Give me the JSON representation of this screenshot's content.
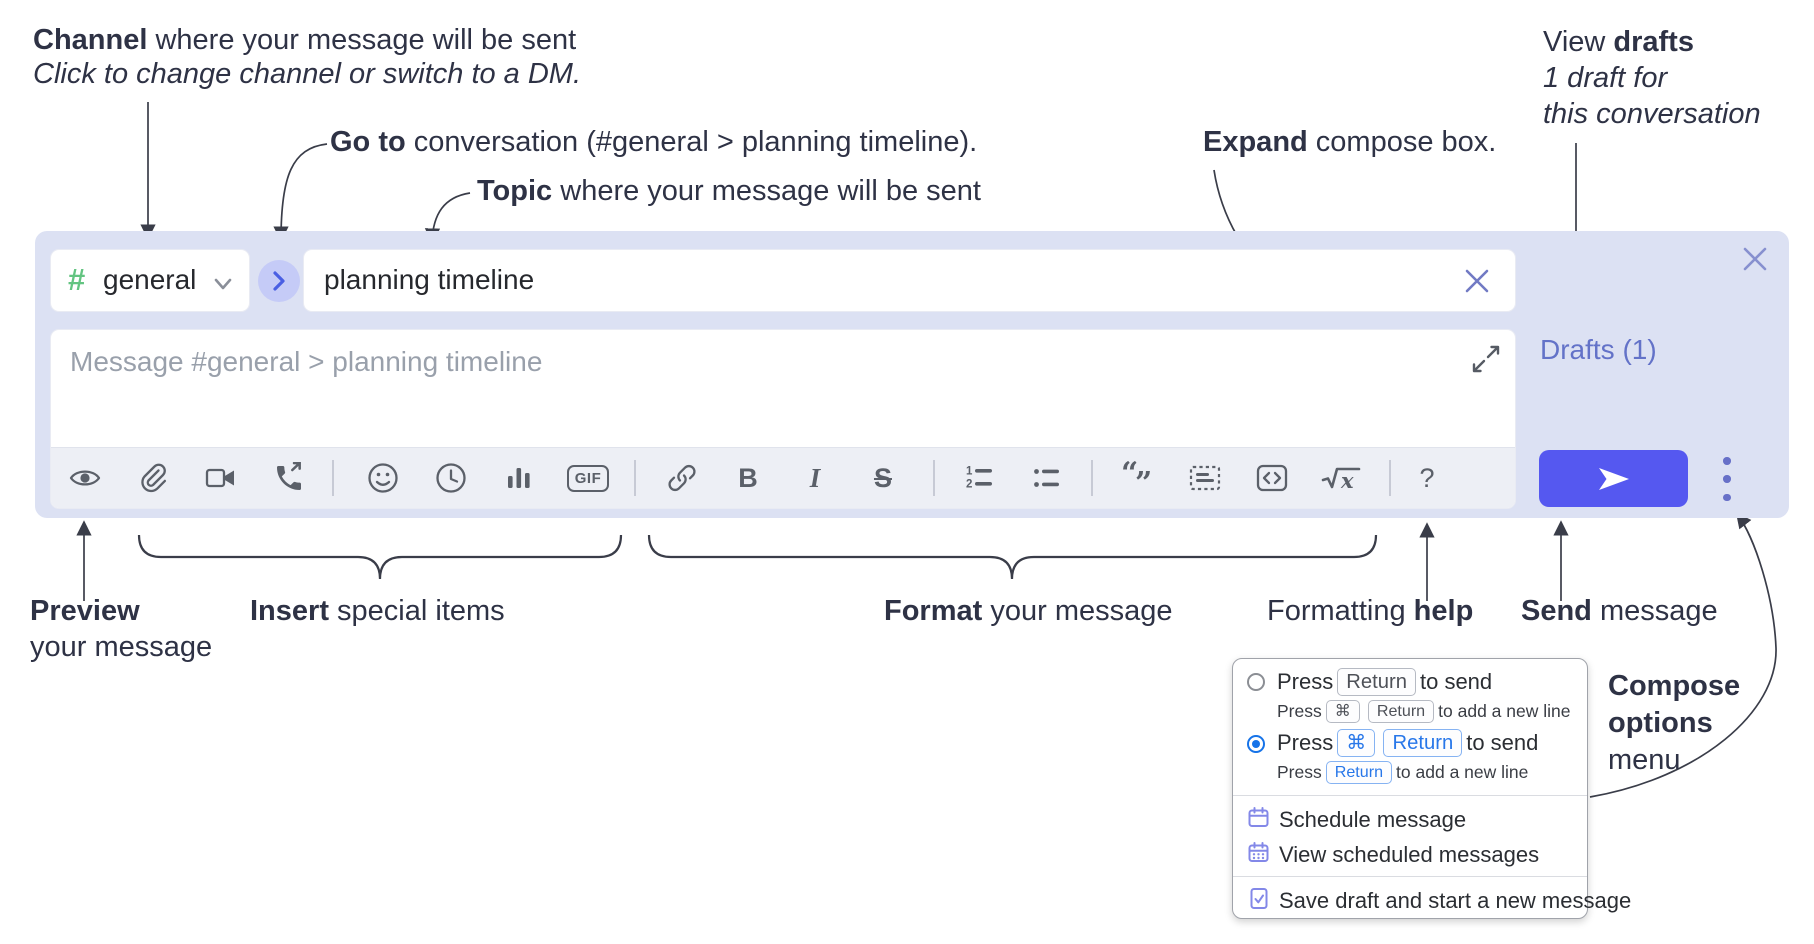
{
  "annotations": {
    "channel": {
      "bold": "Channel",
      "rest": " where your message will be sent",
      "sub": "Click to change channel or switch to a DM."
    },
    "goto": {
      "bold": "Go to",
      "rest": " conversation (#general > planning timeline)."
    },
    "topic": {
      "bold": "Topic",
      "rest": " where your message will be sent"
    },
    "expand": {
      "bold": "Expand",
      "rest": " compose box."
    },
    "view_drafts": {
      "pre": "View ",
      "bold": "drafts",
      "line2": "1 draft for",
      "line3": "this conversation"
    },
    "preview": {
      "bold": "Preview",
      "line2": "your message"
    },
    "insert": {
      "bold": "Insert",
      "rest": " special items"
    },
    "format": {
      "bold": "Format",
      "rest": " your message"
    },
    "formatting_help": {
      "pre": "Formatting ",
      "bold": "help"
    },
    "send": {
      "bold": "Send",
      "rest": " message"
    },
    "compose_options": {
      "line1": "Compose",
      "line2": "options",
      "line3": "menu"
    }
  },
  "compose": {
    "channel": {
      "hash": "#",
      "name": "general"
    },
    "topic_value": "planning timeline",
    "message_placeholder": "Message #general > planning timeline",
    "drafts_link": "Drafts (1)",
    "toolbar_labels": {
      "gif": "GIF",
      "bold": "B",
      "italic": "I",
      "strike": "S",
      "math_x": "x",
      "help": "?"
    },
    "toolbar_icons": [
      "preview-eye",
      "attach-file",
      "video-call",
      "audio-call",
      "emoji",
      "global-time",
      "poll",
      "gif",
      "link",
      "bold",
      "italic",
      "strikethrough",
      "numbered-list",
      "bulleted-list",
      "quote",
      "spoiler",
      "code",
      "math",
      "help"
    ]
  },
  "menu": {
    "options": [
      {
        "selected": false,
        "main_pre": "Press",
        "main_key": "Return",
        "main_post": "to send",
        "sub_pre": "Press",
        "sub_key1": "⌘",
        "sub_key2": "Return",
        "sub_post": "to add a new line"
      },
      {
        "selected": true,
        "main_pre": "Press",
        "main_key1": "⌘",
        "main_key2": "Return",
        "main_post": "to send",
        "sub_pre": "Press",
        "sub_key": "Return",
        "sub_post": "to add a new line"
      }
    ],
    "items": [
      {
        "label": "Schedule message"
      },
      {
        "label": "View scheduled messages"
      },
      {
        "label": "Save draft and start a new message"
      }
    ]
  },
  "colors": {
    "container_bg": "#dce1f3",
    "send_button": "#5558f0",
    "drafts_link": "#6372c8",
    "accent_blue": "#2877e9",
    "hash_green": "#63c481",
    "menu_icon_purple": "#8388e8",
    "toolbar_icon": "#5b6069",
    "annotation_text": "#2e3245"
  }
}
